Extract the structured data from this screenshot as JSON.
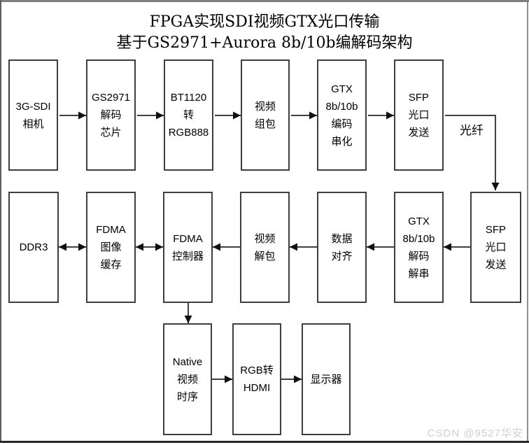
{
  "title": {
    "line1": "FPGA实现SDI视频GTX光口传输",
    "line2": "基于GS2971+Aurora 8b/10b编解码架构"
  },
  "flow": {
    "encode_chain": {
      "camera": "3G-SDI\n相机",
      "gs2971": "GS2971\n解码\n芯片",
      "bt1120": "BT1120\n转\nRGB888",
      "video_pack": "视频\n组包",
      "gtx_encode": "GTX\n8b/10b\n编码\n串化",
      "sfp_tx": "SFP\n光口\n发送"
    },
    "fiber_label": "光纤",
    "decode_chain": {
      "ddr3": "DDR3",
      "fdma_buffer": "FDMA\n图像\n缓存",
      "fdma_ctrl": "FDMA\n控制器",
      "video_unpack": "视频\n解包",
      "data_align": "数据\n对齐",
      "gtx_decode": "GTX\n8b/10b\n解码\n解串",
      "sfp_rx": "SFP\n光口\n发送"
    },
    "display_chain": {
      "native_timing": "Native\n视频\n时序",
      "rgb2hdmi": "RGB转\nHDMI",
      "monitor": "显示器"
    }
  },
  "watermark": "CSDN @9527华安",
  "colors": {
    "background": "#ffffff",
    "box_border": "#3f3f3f",
    "connector": "#404040",
    "arrowhead": "#101010",
    "frame_top": "#7f7f7f",
    "frame_bottom": "#262626",
    "watermark": "#cfcfcf",
    "text": "#000000"
  }
}
